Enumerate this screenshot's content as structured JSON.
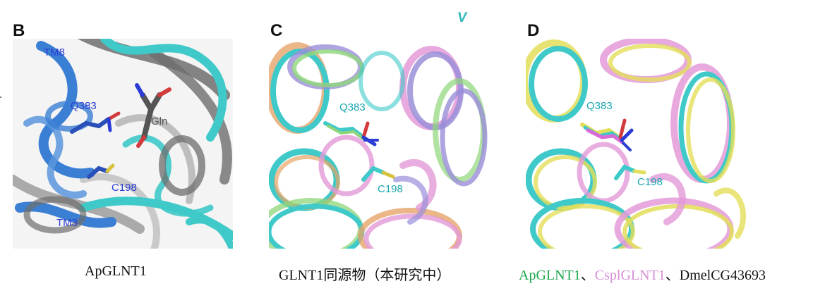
{
  "panels": [
    {
      "letter": "B",
      "caption": "ApGLNT1",
      "labels": {
        "tm8": "TM8",
        "q383": "Q383",
        "gln": "Gln",
        "c198": "C198",
        "tm3": "TM3"
      }
    },
    {
      "letter": "C",
      "caption": "GLNT1同源物（本研究中）",
      "labels": {
        "q383": "Q383",
        "c198": "C198"
      }
    },
    {
      "letter": "D",
      "caption_parts": [
        {
          "text": "ApGLNT1",
          "color": "#1ea84f"
        },
        {
          "text": "、",
          "color": "#111111"
        },
        {
          "text": "CsplGLNT1",
          "color": "#d58fd6"
        },
        {
          "text": "、",
          "color": "#111111"
        },
        {
          "text": "DmelCG43693",
          "color": "#111111"
        }
      ],
      "labels": {
        "q383": "Q383",
        "c198": "C198"
      }
    }
  ],
  "stray_mark": "V",
  "colors": {
    "label_blue": "#2b3cd6",
    "label_cyan": "#1aa7b0",
    "label_gray": "#555555",
    "helix_gray": "#6e6e6e",
    "helix_cyan": "#3fc9c9",
    "helix_blue": "#3b7fd4",
    "helix_purple": "#9a8fd8",
    "helix_pink": "#e39ad8",
    "helix_green": "#8fd67a",
    "helix_orange": "#e6a56a",
    "helix_yellow": "#e3de5a"
  }
}
